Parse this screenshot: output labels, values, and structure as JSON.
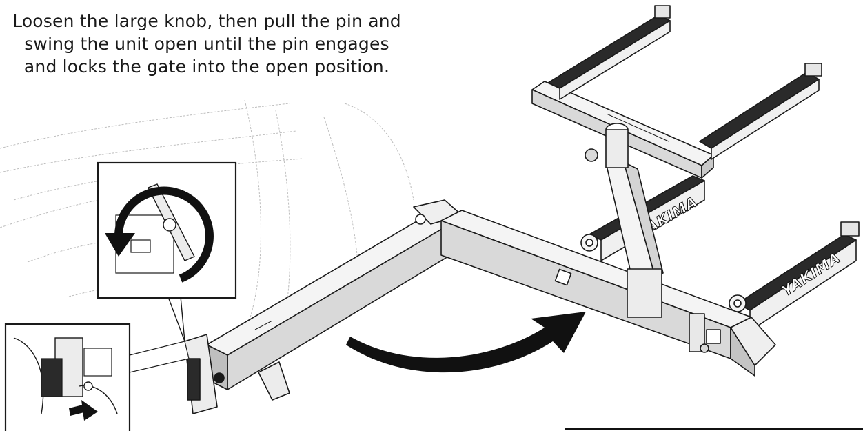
{
  "instruction": {
    "lines": [
      "Loosen the large knob, then pull the pin and",
      "swing the unit open until the pin engages",
      "and locks the gate into the open position."
    ]
  },
  "brand_label": "YAKIMA",
  "icons": {
    "rotation_arrow": "counterclockwise-arrow-icon",
    "swing_arrow": "swing-open-arrow-icon",
    "pull_arrow": "pull-pin-arrow-icon"
  },
  "colors": {
    "line": "#1a1a1a",
    "arrow_fill": "#111111",
    "metal_light": "#f4f4f4",
    "metal_shade": "#d9d9d9",
    "car_sketch": "#bdbdbd"
  }
}
